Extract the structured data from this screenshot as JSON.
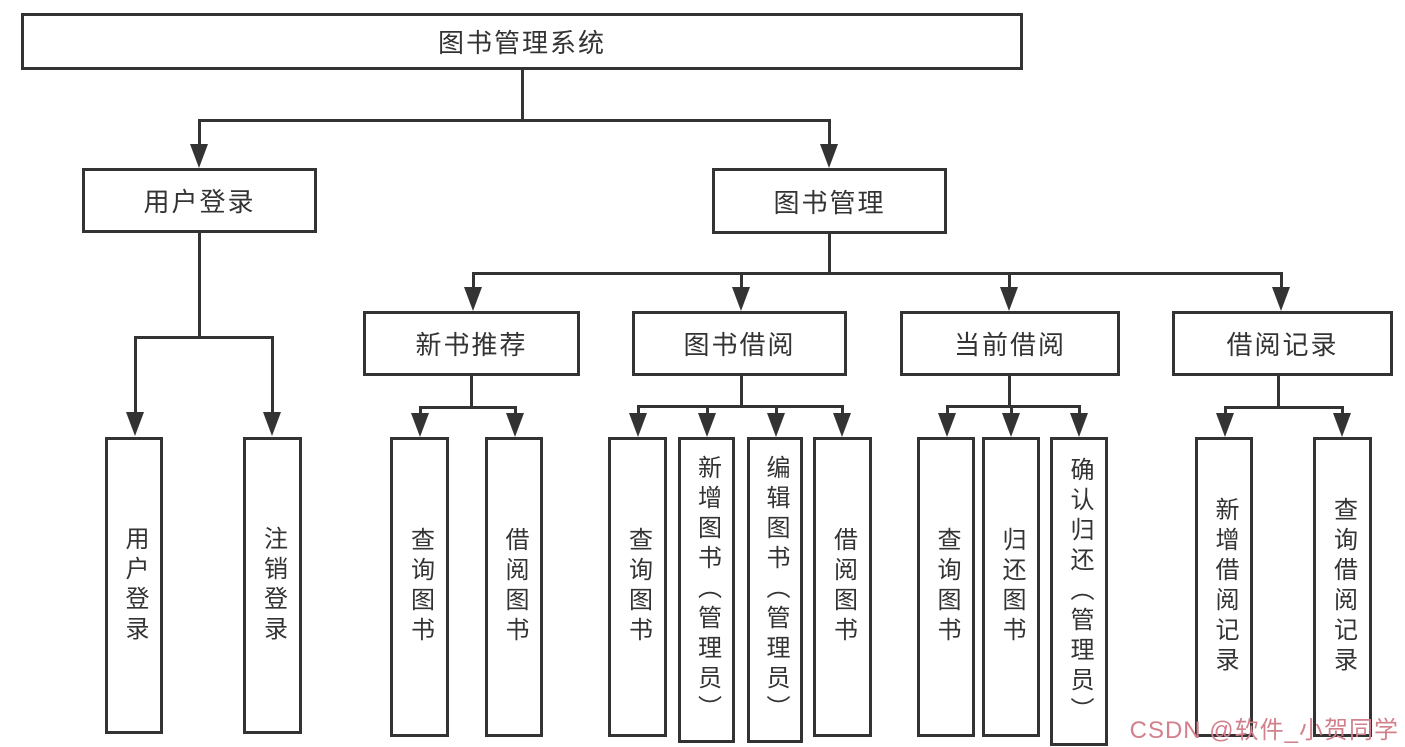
{
  "diagram": {
    "root": {
      "label": "图书管理系统"
    },
    "level2": {
      "user_login": {
        "label": "用户登录"
      },
      "book_mgmt": {
        "label": "图书管理"
      }
    },
    "level3": {
      "new_book": {
        "label": "新书推荐"
      },
      "borrow": {
        "label": "图书借阅"
      },
      "current": {
        "label": "当前借阅"
      },
      "records": {
        "label": "借阅记录"
      }
    },
    "leaves": {
      "user_login": [
        "用户登录",
        "注销登录"
      ],
      "new_book": [
        "查询图书",
        "借阅图书"
      ],
      "borrow": [
        "查询图书",
        "新增图书（管理员）",
        "编辑图书（管理员）",
        "借阅图书"
      ],
      "current": [
        "查询图书",
        "归还图书",
        "确认归还（管理员）"
      ],
      "records": [
        "新增借阅记录",
        "查询借阅记录"
      ]
    }
  },
  "watermark": {
    "text": "CSDN @软件_小贺同学"
  },
  "colors": {
    "line": "#333333",
    "text": "#333333",
    "background": "#ffffff",
    "watermark": "#d2808c"
  }
}
